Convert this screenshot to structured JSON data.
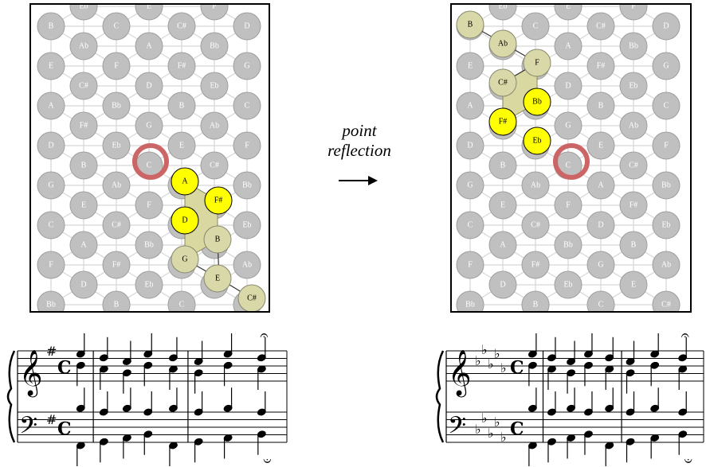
{
  "operation": {
    "line1": "point",
    "line2": "reflection",
    "arrow": "→"
  },
  "colors": {
    "node_fill": "#c0c0c0",
    "node_stroke": "#9e9e9e",
    "node_text": "#ffffff",
    "edge": "#d8d8d8",
    "chord_fill": "#ffff00",
    "path_fill": "#d8d8a8",
    "path_shade": "#d8d8a0",
    "center_ring": "#cc6666"
  },
  "left_lattice": {
    "rows": [
      [
        "B",
        "C",
        "C#",
        "D"
      ],
      [
        "Ab",
        "A",
        "Bb"
      ],
      [
        "E",
        "F",
        "F#",
        "G"
      ],
      [
        "C#",
        "D",
        "Eb"
      ],
      [
        "A",
        "Bb",
        "B",
        "C"
      ],
      [
        "F#",
        "G",
        "Ab"
      ],
      [
        "D",
        "Eb",
        "E",
        "F"
      ],
      [
        "B",
        "C",
        "C#"
      ],
      [
        "G",
        "Ab",
        "A",
        "Bb"
      ],
      [
        "E",
        "F",
        "F#"
      ],
      [
        "C",
        "C#",
        "D",
        "Eb"
      ],
      [
        "A",
        "Bb",
        "B"
      ],
      [
        "F",
        "F#",
        "G",
        "Ab"
      ],
      [
        "D",
        "Eb",
        "E"
      ],
      [
        "Bb",
        "B",
        "C",
        "C#"
      ]
    ],
    "top_partial": [
      "Eb",
      "E",
      "F"
    ],
    "chord_nodes": [
      "A",
      "F#",
      "D"
    ],
    "path_nodes": [
      "B",
      "G",
      "E",
      "C#"
    ],
    "center": "C"
  },
  "right_lattice": {
    "rows": [
      [
        "B",
        "C",
        "C#",
        "D"
      ],
      [
        "Ab",
        "A",
        "Bb"
      ],
      [
        "E",
        "F",
        "F#",
        "G"
      ],
      [
        "C#",
        "D",
        "Eb"
      ],
      [
        "A",
        "Bb",
        "B",
        "C"
      ],
      [
        "F#",
        "G",
        "Ab"
      ],
      [
        "D",
        "Eb",
        "E",
        "F"
      ],
      [
        "B",
        "C",
        "C#"
      ],
      [
        "G",
        "Ab",
        "A",
        "Bb"
      ],
      [
        "E",
        "F",
        "F#"
      ],
      [
        "C",
        "C#",
        "D",
        "Eb"
      ],
      [
        "A",
        "Bb",
        "B"
      ],
      [
        "F",
        "F#",
        "G",
        "Ab"
      ],
      [
        "D",
        "Eb",
        "E"
      ],
      [
        "Bb",
        "B",
        "C",
        "C#"
      ]
    ],
    "top_partial": [
      "Eb",
      "E",
      "F"
    ],
    "chord_nodes": [
      "Bb",
      "F#",
      "Eb"
    ],
    "path_nodes": [
      "B",
      "Ab",
      "F",
      "C#"
    ],
    "center": "C"
  },
  "scores": {
    "left": {
      "key": "G major (1 sharp)",
      "time": "C"
    },
    "right": {
      "key": "Db major (5 flats)",
      "time": "C"
    }
  }
}
